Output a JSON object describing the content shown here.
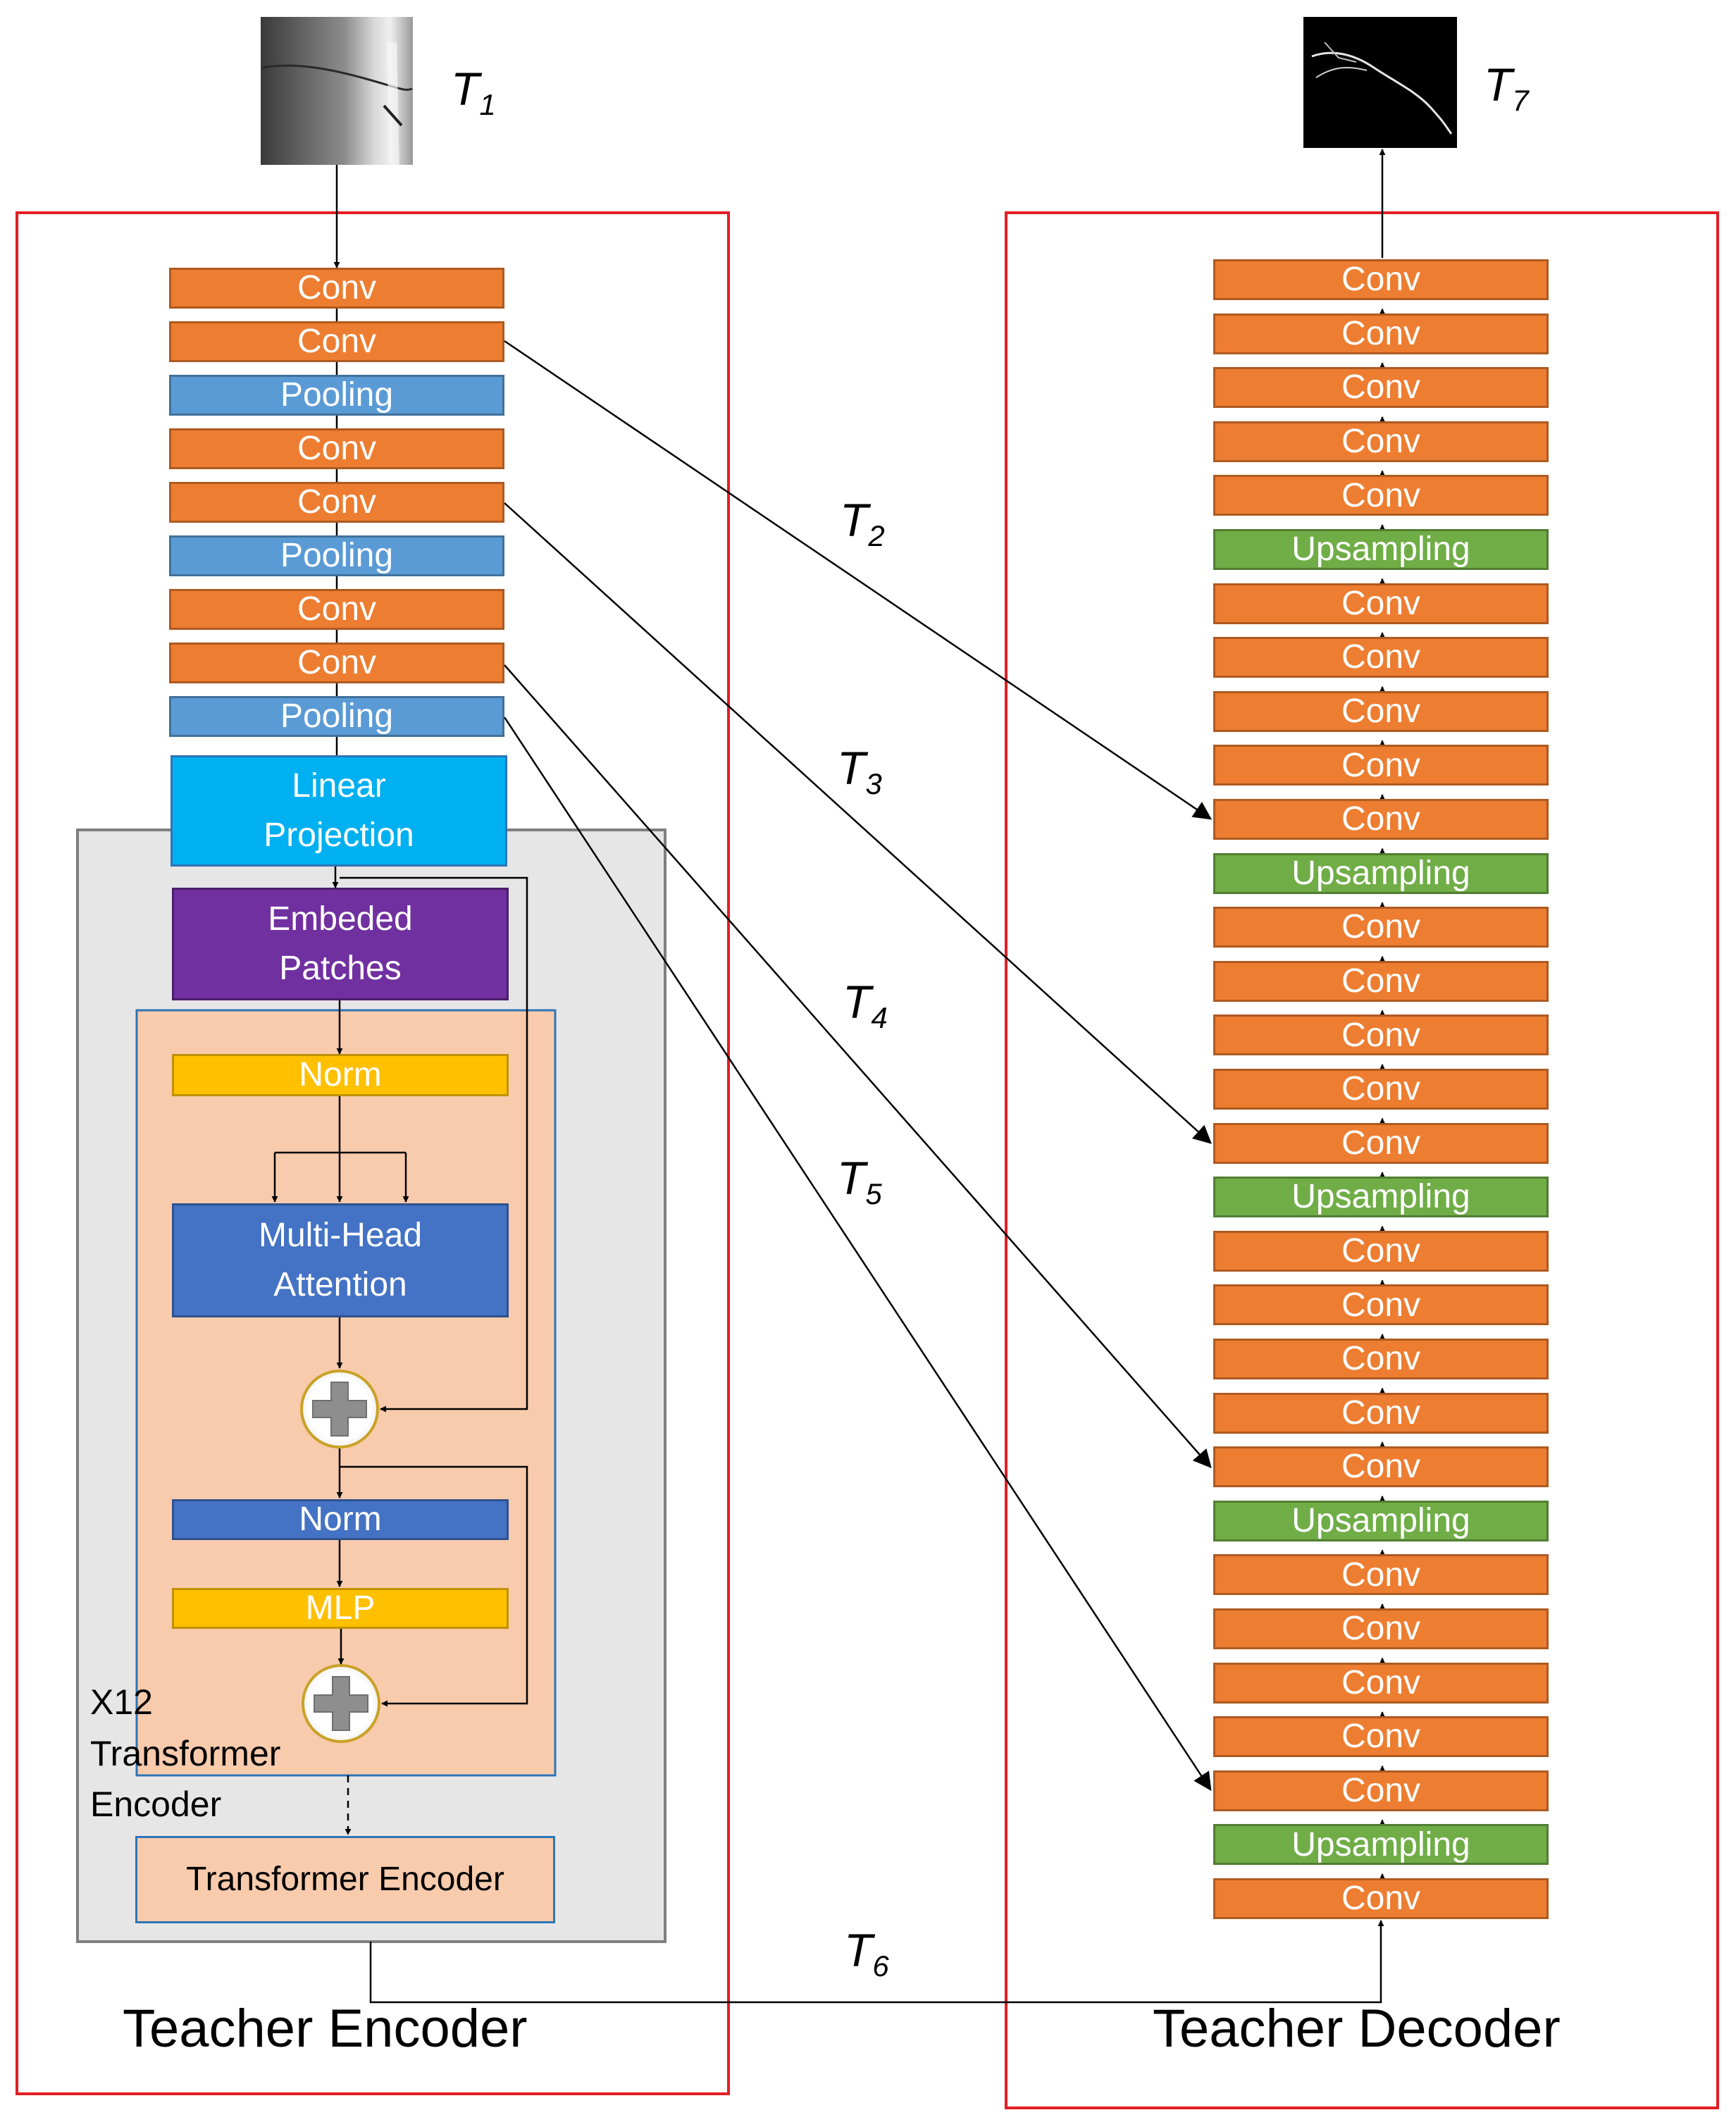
{
  "colors": {
    "conv": "#ED7D31",
    "pooling": "#5B9BD5",
    "upsampling": "#70AD47",
    "linear_projection": "#00B0F0",
    "embedded_patches": "#7030A0",
    "norm_yellow": "#FFC000",
    "attention_blue": "#4472C4",
    "transformer_bg": "#F8CBAD",
    "frame_red": "#E31E24",
    "encoder_panel": "#E7E6E6"
  },
  "labels": {
    "t1": "T",
    "t1_sub": "1",
    "t2": "T",
    "t2_sub": "2",
    "t3": "T",
    "t3_sub": "3",
    "t4": "T",
    "t4_sub": "4",
    "t5": "T",
    "t5_sub": "5",
    "t6": "T",
    "t6_sub": "6",
    "t7": "T",
    "t7_sub": "7"
  },
  "encoder": {
    "title": "Teacher Encoder",
    "layers": [
      "Conv",
      "Conv",
      "Pooling",
      "Conv",
      "Conv",
      "Pooling",
      "Conv",
      "Conv",
      "Pooling"
    ],
    "linear_projection": "Linear\nProjection",
    "embedded_patches": "Embeded\nPatches",
    "norm1": "Norm",
    "attention": "Multi-Head\nAttention",
    "norm2": "Norm",
    "mlp": "MLP",
    "repeat_label": "X12\nTransformer\nEncoder",
    "final_block": "Transformer Encoder"
  },
  "decoder": {
    "title": "Teacher Decoder",
    "layers_top_to_bottom": [
      "Conv",
      "Conv",
      "Conv",
      "Conv",
      "Conv",
      "Upsampling",
      "Conv",
      "Conv",
      "Conv",
      "Conv",
      "Conv",
      "Upsampling",
      "Conv",
      "Conv",
      "Conv",
      "Conv",
      "Conv",
      "Upsampling",
      "Conv",
      "Conv",
      "Conv",
      "Conv",
      "Conv",
      "Upsampling",
      "Conv",
      "Conv",
      "Conv",
      "Conv",
      "Conv",
      "Upsampling",
      "Conv"
    ]
  },
  "icons": {
    "input_image": "grayscale-crack-photo",
    "output_image": "binary-crack-mask",
    "add": "plus-circle-icon"
  }
}
